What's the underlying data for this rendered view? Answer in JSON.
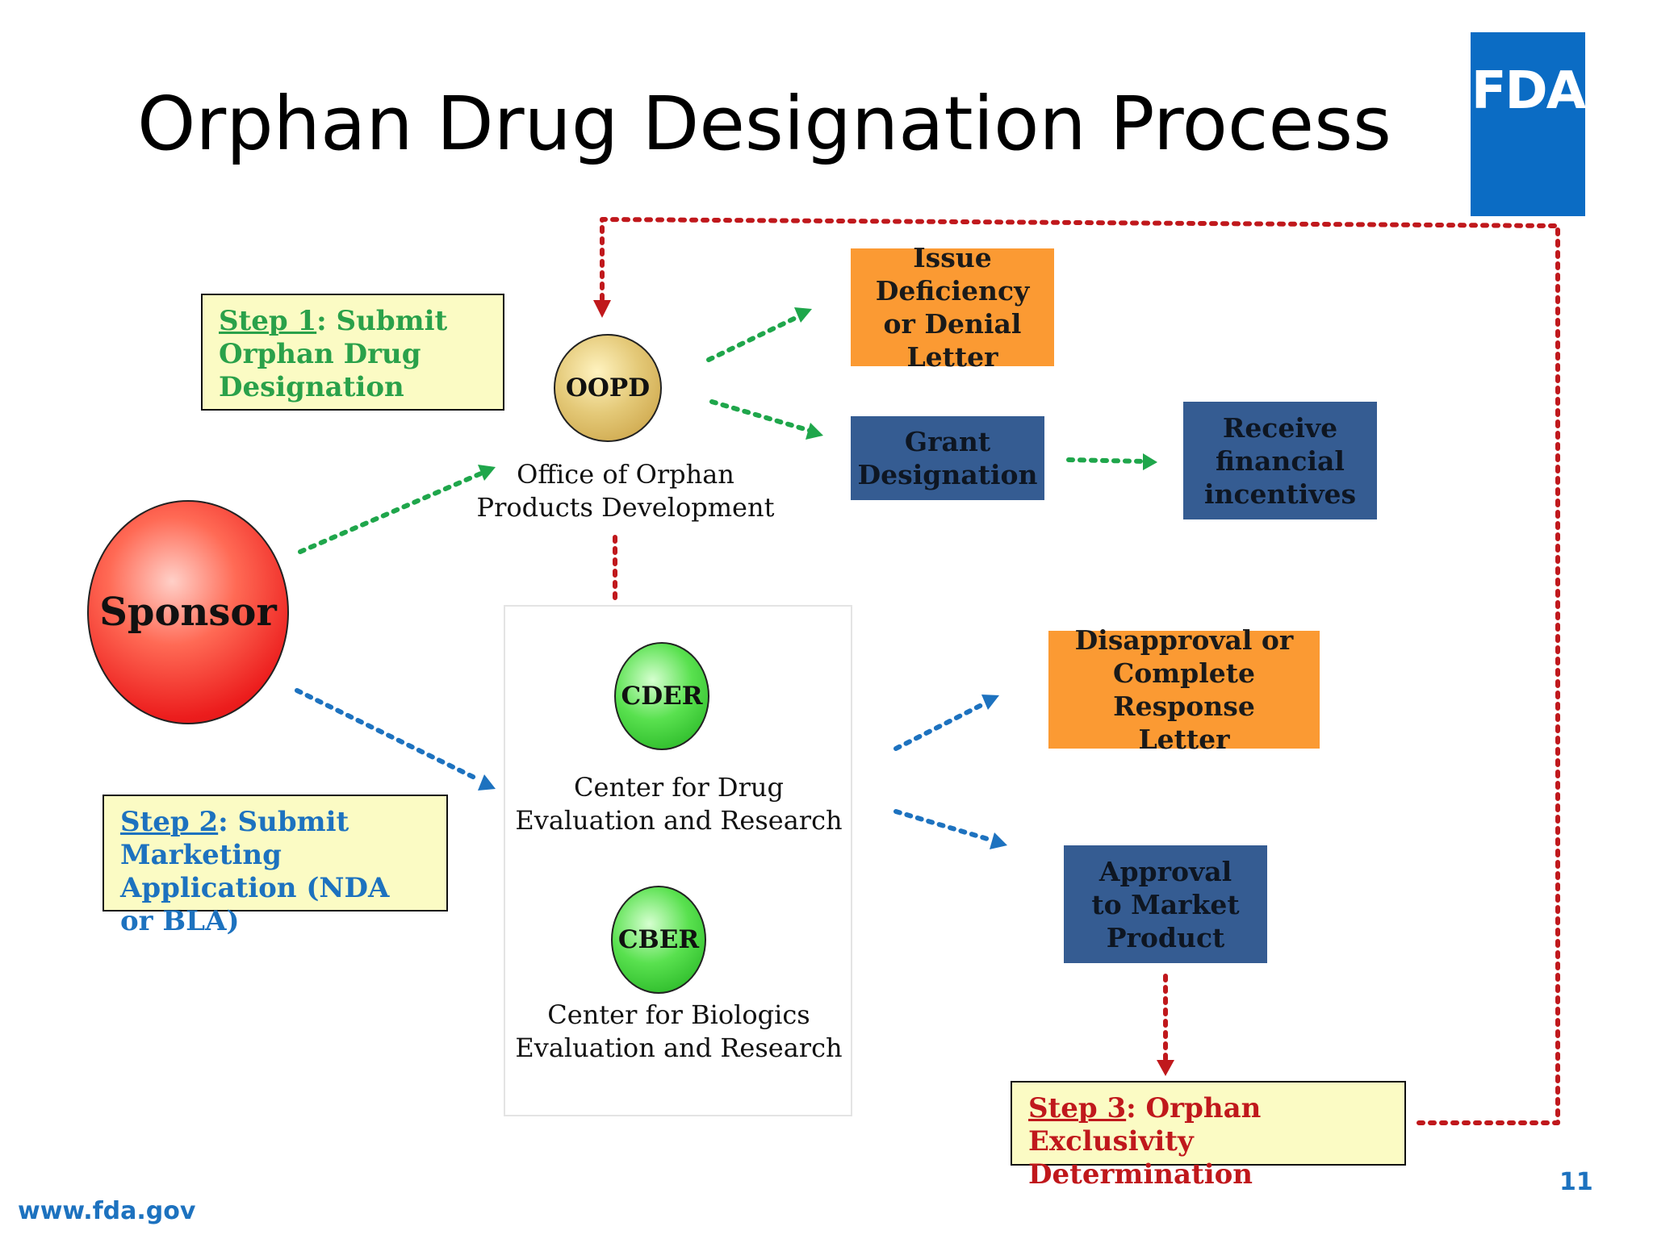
{
  "title": "Orphan Drug Designation Process",
  "logo_text": "FDA",
  "colors": {
    "green_arrow": "#1fa64b",
    "blue_arrow": "#1d72bf",
    "red_arrow": "#c0181c",
    "fda_blue": "#0b6cc4"
  },
  "steps": {
    "step1": {
      "label": "Step 1",
      "sep": ":  Submit",
      "rest": "Orphan Drug Designation"
    },
    "step2": {
      "label": "Step 2",
      "sep": ":  Submit",
      "rest": "Marketing Application (NDA or BLA)"
    },
    "step3": {
      "label": "Step 3",
      "sep": ":  Orphan Exclusivity",
      "rest": "Determination"
    }
  },
  "nodes": {
    "sponsor": "Sponsor",
    "oopd": "OOPD",
    "oopd_full_line1": "Office of Orphan",
    "oopd_full_line2": "Products Development",
    "cder": "CDER",
    "cder_full_line1": "Center for Drug",
    "cder_full_line2": "Evaluation and Research",
    "cber": "CBER",
    "cber_full_line1": "Center for Biologics",
    "cber_full_line2": "Evaluation and Research"
  },
  "outcomes": {
    "deficiency": "Issue Deficiency or Denial Letter",
    "grant": "Grant Designation",
    "incentives": "Receive financial incentives",
    "disapproval": "Disapproval or Complete Response Letter",
    "approval": "Approval to Market Product"
  },
  "footer": {
    "url": "www.fda.gov",
    "page": "11"
  }
}
